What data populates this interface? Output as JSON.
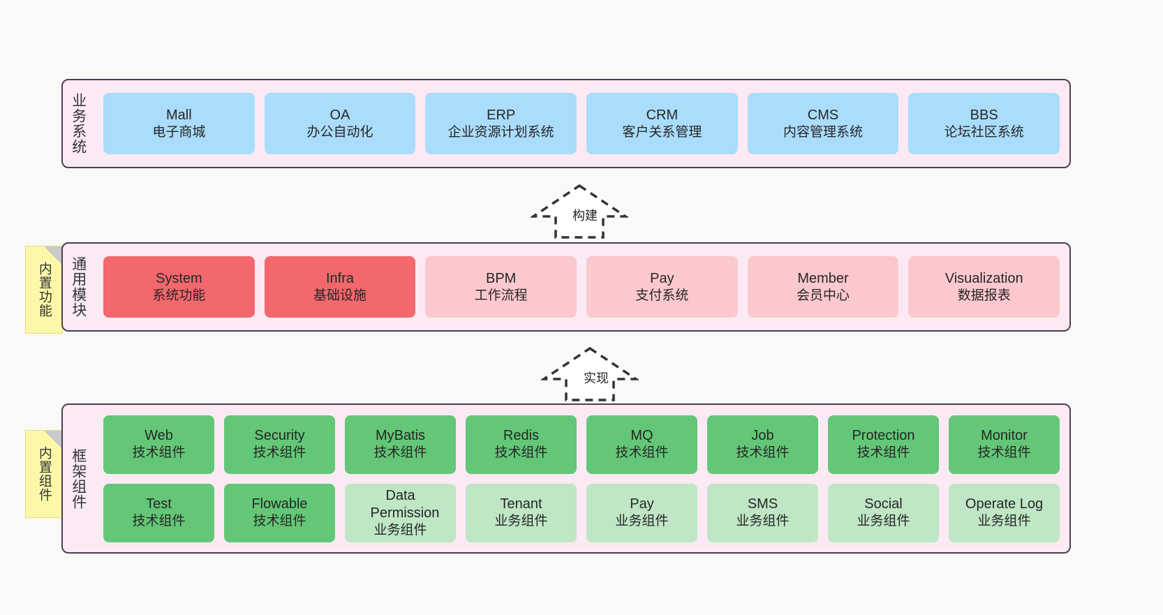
{
  "diagram": {
    "background_color": "#f9f9f9",
    "layer_fill": "#fbeaf4",
    "layer_border": "#4a4050"
  },
  "layers": [
    {
      "id": "business-systems",
      "title": "业务系统",
      "cards": [
        {
          "en": "Mall",
          "cn": "电子商城",
          "color": "#aadcfb"
        },
        {
          "en": "OA",
          "cn": "办公自动化",
          "color": "#aadcfb"
        },
        {
          "en": "ERP",
          "cn": "企业资源计划系统",
          "color": "#aadcfb"
        },
        {
          "en": "CRM",
          "cn": "客户关系管理",
          "color": "#aadcfb"
        },
        {
          "en": "CMS",
          "cn": "内容管理系统",
          "color": "#aadcfb"
        },
        {
          "en": "BBS",
          "cn": "论坛社区系统",
          "color": "#aadcfb"
        }
      ]
    },
    {
      "id": "common-modules",
      "title": "通用模块",
      "sticky": "内置功能",
      "cards": [
        {
          "en": "System",
          "cn": "系统功能",
          "color": "#f2686c"
        },
        {
          "en": "Infra",
          "cn": "基础设施",
          "color": "#f2686c"
        },
        {
          "en": "BPM",
          "cn": "工作流程",
          "color": "#fbc8ce"
        },
        {
          "en": "Pay",
          "cn": "支付系统",
          "color": "#fbc8ce"
        },
        {
          "en": "Member",
          "cn": "会员中心",
          "color": "#fbc8ce"
        },
        {
          "en": "Visualization",
          "cn": "数据报表",
          "color": "#fbc8ce"
        }
      ]
    },
    {
      "id": "framework-components",
      "title": "框架组件",
      "sticky": "内置组件",
      "rows": [
        [
          {
            "en": "Web",
            "cn": "技术组件",
            "color": "#63c777"
          },
          {
            "en": "Security",
            "cn": "技术组件",
            "color": "#63c777"
          },
          {
            "en": "MyBatis",
            "cn": "技术组件",
            "color": "#63c777"
          },
          {
            "en": "Redis",
            "cn": "技术组件",
            "color": "#63c777"
          },
          {
            "en": "MQ",
            "cn": "技术组件",
            "color": "#63c777"
          },
          {
            "en": "Job",
            "cn": "技术组件",
            "color": "#63c777"
          },
          {
            "en": "Protection",
            "cn": "技术组件",
            "color": "#63c777"
          },
          {
            "en": "Monitor",
            "cn": "技术组件",
            "color": "#63c777"
          }
        ],
        [
          {
            "en": "Test",
            "cn": "技术组件",
            "color": "#63c777"
          },
          {
            "en": "Flowable",
            "cn": "技术组件",
            "color": "#63c777"
          },
          {
            "en": "Data Permission",
            "cn": "业务组件",
            "color": "#bfe6c5"
          },
          {
            "en": "Tenant",
            "cn": "业务组件",
            "color": "#bfe6c5"
          },
          {
            "en": "Pay",
            "cn": "业务组件",
            "color": "#bfe6c5"
          },
          {
            "en": "SMS",
            "cn": "业务组件",
            "color": "#bfe6c5"
          },
          {
            "en": "Social",
            "cn": "业务组件",
            "color": "#bfe6c5"
          },
          {
            "en": "Operate Log",
            "cn": "业务组件",
            "color": "#bfe6c5"
          }
        ]
      ]
    }
  ],
  "connectors": [
    {
      "id": "build",
      "label": "构建",
      "style": "dashed-hollow-arrow-up"
    },
    {
      "id": "implement",
      "label": "实现",
      "style": "dashed-hollow-arrow-up"
    }
  ]
}
